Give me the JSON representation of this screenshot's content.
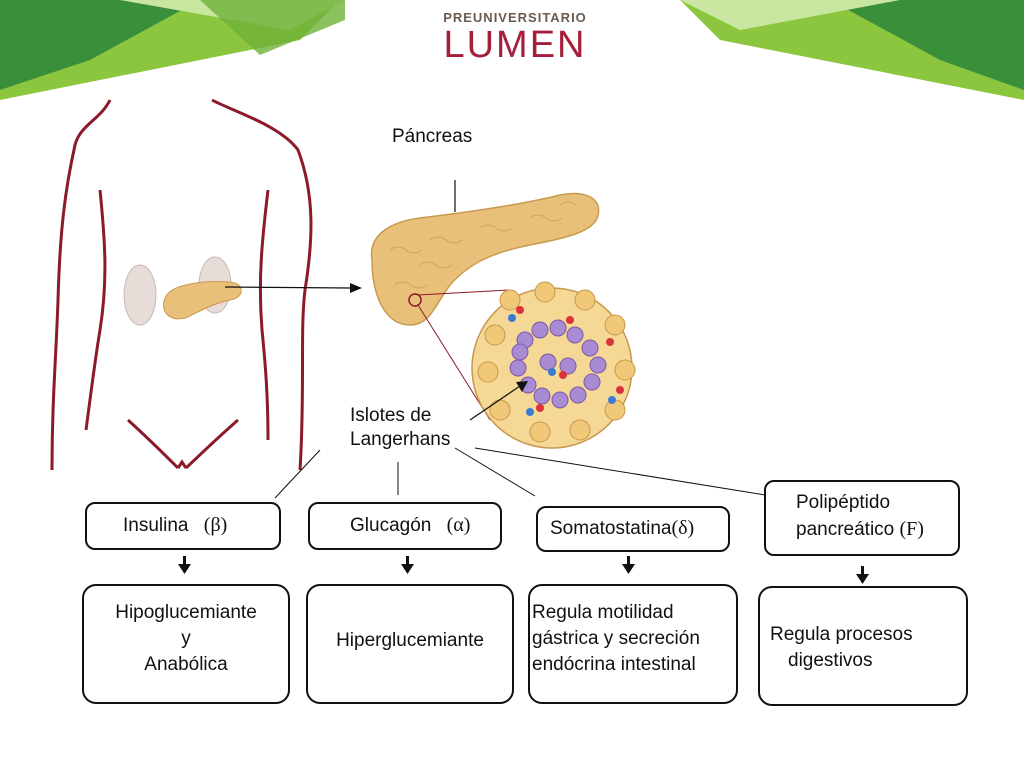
{
  "logo": {
    "top": "PREUNIVERSITARIO",
    "main": "LUMEN"
  },
  "labels": {
    "pancreas": "Páncreas",
    "islets_line1": "Islotes de",
    "islets_line2": "Langerhans"
  },
  "hormones": [
    {
      "name": "Insulina",
      "greek": "(β)",
      "effect_lines": [
        "Hipoglucemiante",
        "y",
        "Anabólica"
      ]
    },
    {
      "name": "Glucagón",
      "greek": "(α)",
      "effect_lines": [
        "Hiperglucemiante"
      ]
    },
    {
      "name": "Somatostatina",
      "greek": "(δ)",
      "effect_lines": [
        "Regula motilidad",
        "gástrica y secreción",
        "endócrina intestinal"
      ]
    },
    {
      "name_lines": [
        "Polipéptido",
        "pancreático"
      ],
      "greek": "(F)",
      "effect_lines": [
        "Regula procesos",
        "digestivos"
      ]
    }
  ],
  "colors": {
    "brand": "#a51e3a",
    "header_green_light": "#8cc63f",
    "header_green_dark": "#3a8f3a",
    "body_outline": "#8b1a2a",
    "pancreas": "#e8c07a"
  }
}
